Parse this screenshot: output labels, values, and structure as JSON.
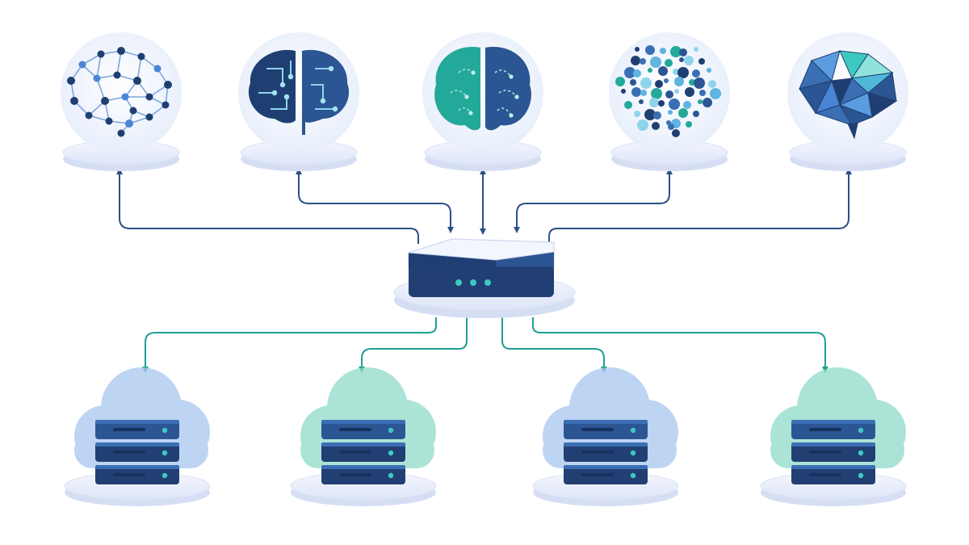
{
  "diagram": {
    "brains": [
      {
        "style": "neural-network",
        "icon": "network-brain-icon"
      },
      {
        "style": "circuit",
        "icon": "circuit-brain-icon"
      },
      {
        "style": "split-hemisphere",
        "icon": "split-brain-icon"
      },
      {
        "style": "dots",
        "icon": "dot-brain-icon"
      },
      {
        "style": "low-poly",
        "icon": "polygon-brain-icon"
      }
    ],
    "hub": {
      "icon": "router-hub-icon",
      "indicator_lights": 3
    },
    "servers": [
      {
        "cloud": "blue",
        "icon": "server-stack-icon"
      },
      {
        "cloud": "teal",
        "icon": "server-stack-icon"
      },
      {
        "cloud": "blue",
        "icon": "server-stack-icon"
      },
      {
        "cloud": "teal",
        "icon": "server-stack-icon"
      }
    ],
    "colors": {
      "navy": "#1f3f73",
      "blue": "#3b6fb3",
      "teal": "#23a99a",
      "light_blue": "#a9c6f0",
      "light_teal": "#8fdcca",
      "platform": "#e9eefb",
      "connector_top": "#2d4f86",
      "connector_bottom": "#1f9f93"
    }
  }
}
